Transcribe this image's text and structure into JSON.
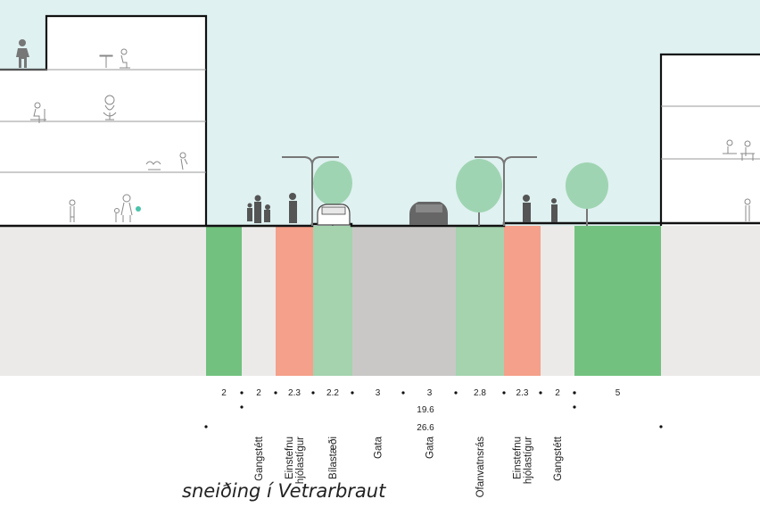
{
  "caption": "sneiðing í Vetrarbraut",
  "total_width": "26.6",
  "street_width": "19.6",
  "colors": {
    "sky": "#dff1f0",
    "ground": "#ebeae8",
    "green_strip": "#72c17f",
    "light_green": "#a4d3ae",
    "bike_lane": "#f4a08a",
    "road": "#c9c8c7",
    "sidewalk": "#ebeae8",
    "building_outline": "#111111",
    "tree": "#9fd4b2"
  },
  "zones": [
    {
      "id": "green-left",
      "width": "2",
      "label": "",
      "color": "#72c17f"
    },
    {
      "id": "sidewalk-left",
      "width": "2",
      "label": "Gangstétt",
      "color": "#ebeae8"
    },
    {
      "id": "bike-left",
      "width": "2.3",
      "label": "Einstefnu hjólastígur",
      "color": "#f4a08a"
    },
    {
      "id": "parking",
      "width": "2.2",
      "label": "Bílastæði",
      "color": "#a4d3ae"
    },
    {
      "id": "road-1",
      "width": "3",
      "label": "Gata",
      "color": "#c9c8c7"
    },
    {
      "id": "road-2",
      "width": "3",
      "label": "Gata",
      "color": "#c9c8c7"
    },
    {
      "id": "stormwater",
      "width": "2.8",
      "label": "Ofanvatnsrás",
      "color": "#a4d3ae"
    },
    {
      "id": "bike-right",
      "width": "2.3",
      "label": "Einstefnu hjólastígur",
      "color": "#f4a08a"
    },
    {
      "id": "sidewalk-right",
      "width": "2",
      "label": "Gangstétt",
      "color": "#ebeae8"
    },
    {
      "id": "green-right",
      "width": "5",
      "label": "",
      "color": "#72c17f"
    }
  ]
}
